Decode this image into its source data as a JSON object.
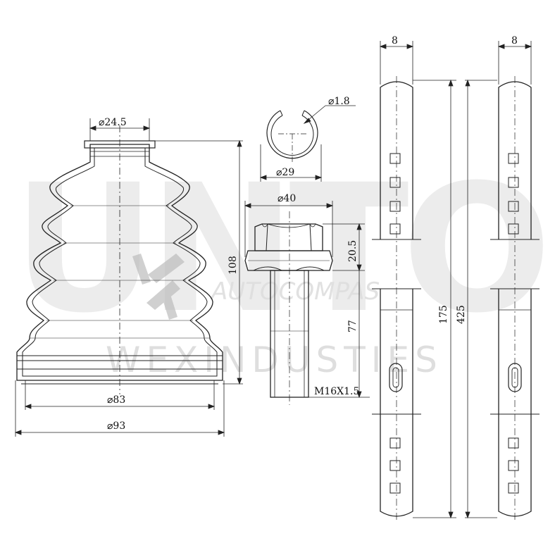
{
  "watermark": {
    "brand_big": "UNTO",
    "brand_mid": "AUTOCOMPAS",
    "brand_small": "WEXINDUSTIES"
  },
  "boot": {
    "top_diameter": "⌀24.5",
    "height": "108",
    "inner_diameter": "⌀83",
    "outer_diameter": "⌀93"
  },
  "clip": {
    "wire_diameter": "⌀1.8",
    "diameter": "⌀29"
  },
  "bolt": {
    "flange_diameter": "⌀40",
    "head_height": "20.5",
    "shank_length": "77",
    "thread": "M16X1.5"
  },
  "strap_left": {
    "width": "8",
    "segment_length": "175",
    "total_length": "425"
  },
  "strap_right": {
    "width": "8"
  }
}
